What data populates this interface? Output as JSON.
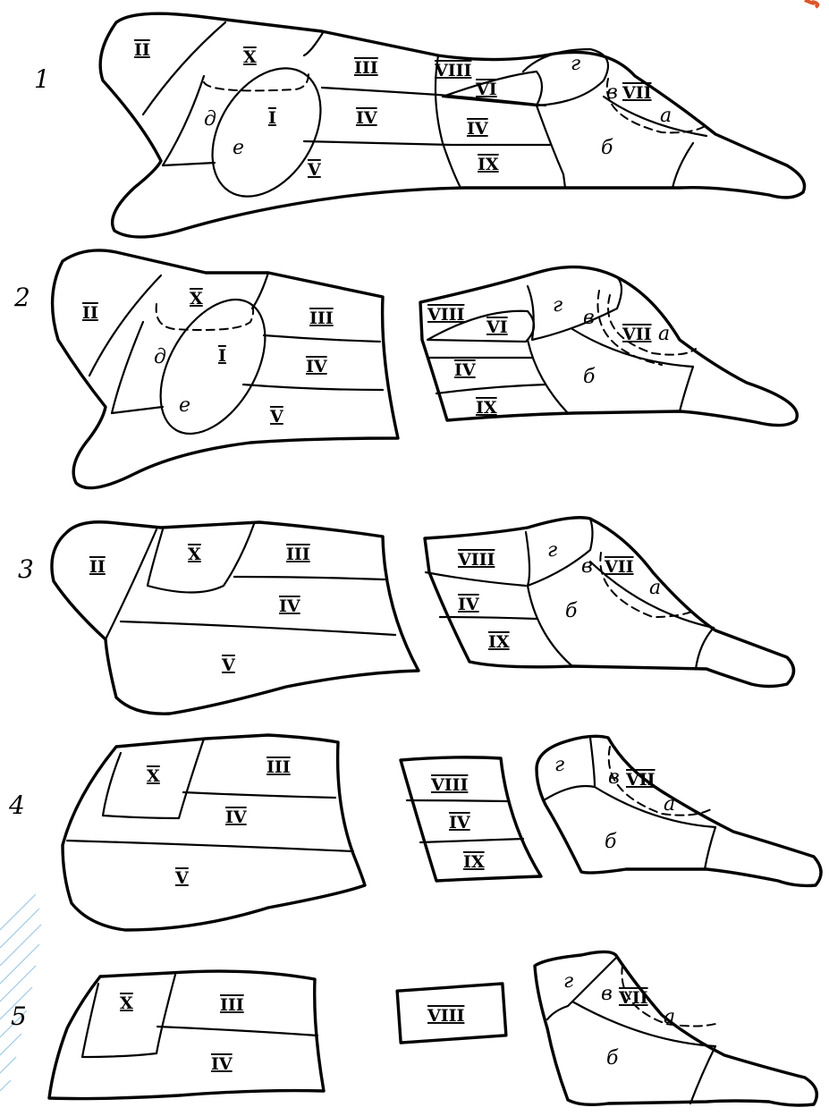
{
  "diagram": {
    "row_numbers": [
      "1",
      "2",
      "3",
      "4",
      "5"
    ],
    "roman": {
      "I": "I",
      "II": "II",
      "III": "III",
      "IV": "IV",
      "V": "V",
      "VI": "VI",
      "VII": "VII",
      "VIII": "VIII",
      "IX": "IX",
      "X": "X"
    },
    "letters": {
      "a": "a",
      "b": "б",
      "v": "в",
      "g": "г",
      "d": "д",
      "e": "е"
    }
  },
  "decor": {
    "accent_color": "#9cc9e6",
    "corner_mark_color": "#d9582b"
  }
}
